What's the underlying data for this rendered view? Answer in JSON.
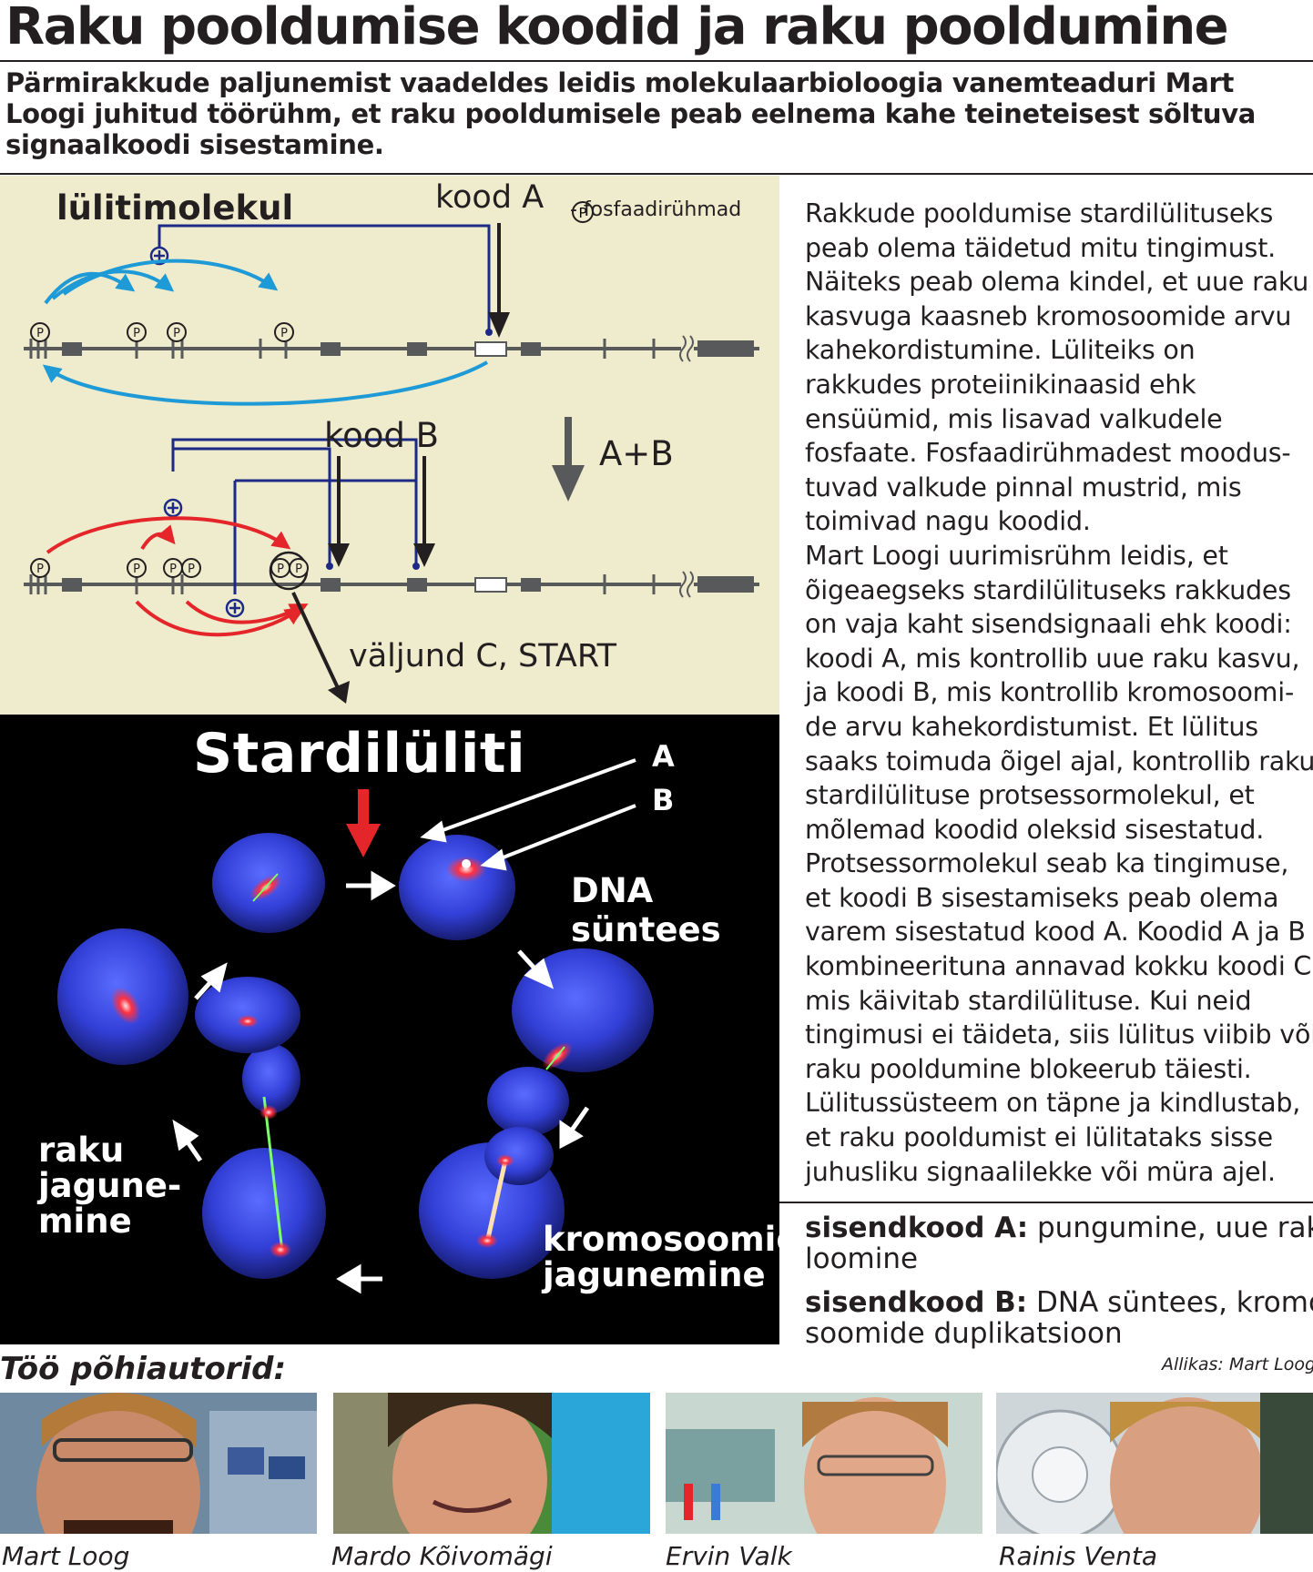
{
  "header": {
    "title": "Raku pooldumise koodid ja raku pooldumine",
    "lead": "Pärmirakkude paljunemist vaadeldes leidis molekulaarbioloogia vanemteaduri Mart Loogi juhitud töörühm, et raku pooldumisele peab eelnema kahe teineteisest sõltuva signaalkoodi sisestamine."
  },
  "diagram": {
    "switch_molecule": "lülitimolekul",
    "code_a": "kood A",
    "legend": "- fosfaadirühmad",
    "legend_symbol": "P",
    "code_b": "kood B",
    "a_plus_b": "A+B",
    "output": "väljund C, START",
    "phospho_label": "P",
    "plus_symbol": "+",
    "colors": {
      "blue_arrows": "#1e9ad6",
      "red_arrows": "#e4262b",
      "navy_lines": "#1c2a86",
      "beige": "#efebcd",
      "chain": "#58595b"
    }
  },
  "cell_cycle": {
    "start_switch": "Stardilüliti",
    "a": "A",
    "b": "B",
    "dna_synthesis": "DNA\nsüntees",
    "chromosome_division": "kromosoomide\njagunemine",
    "cell_division": "raku\njagune-\nmine"
  },
  "body_text": "Rakkude pooldumise stardilülituseks\npeab olema täidetud mitu tingimust.\nNäiteks peab olema kindel, et uue raku\nkasvuga kaasneb kromosoomide arvu\nkahekordistumine. Lüliteiks on\nrakkudes proteiinikinaasid ehk\nensüümid, mis lisavad valkudele\nfosfaate. Fosfaadirühmadest moodus-\ntuvad valkude pinnal mustrid, mis\ntoimivad nagu koodid.\nMart Loogi uurimisrühm leidis, et\nõigeaegseks stardilülituseks rakkudes\non vaja kaht sisendsignaali ehk koodi:\nkoodi A, mis kontrollib uue raku kasvu,\nja koodi B, mis kontrollib kromosoomi-\nde arvu kahekordistumist. Et lülitus\nsaaks toimuda õigel ajal, kontrollib raku\nstardilülituse protsessormolekul, et\nmõlemad koodid oleksid sisestatud.\nProtsessormolekul seab ka tingimuse,\net koodi B sisestamiseks peab olema\nvarem sisestatud kood A. Koodid A ja B\nkombineerituna annavad kokku koodi C,\nmis käivitab stardilülituse. Kui neid\ntingimusi ei täideta, siis lülitus viibib või\nraku pooldumine blokeerub täiesti.\nLülitussüsteem on täpne ja kindlustab,\net raku pooldumist ei lülitataks sisse\njuhusliku signaalilekke või müra ajel.",
  "inputs": {
    "a_label": "sisendkood A:",
    "a_text": " pungumine, uue raku\nloomine",
    "b_label": "sisendkood B:",
    "b_text": " DNA süntees, kromo-\nsoomide duplikatsioon"
  },
  "authors": {
    "title": "Töö põhiautorid:",
    "source": "Allikas: Mart Loog",
    "people": [
      {
        "name": "Mart Loog"
      },
      {
        "name": "Mardo Kõivomägi"
      },
      {
        "name": "Ervin Valk"
      },
      {
        "name": "Rainis Venta"
      }
    ]
  }
}
